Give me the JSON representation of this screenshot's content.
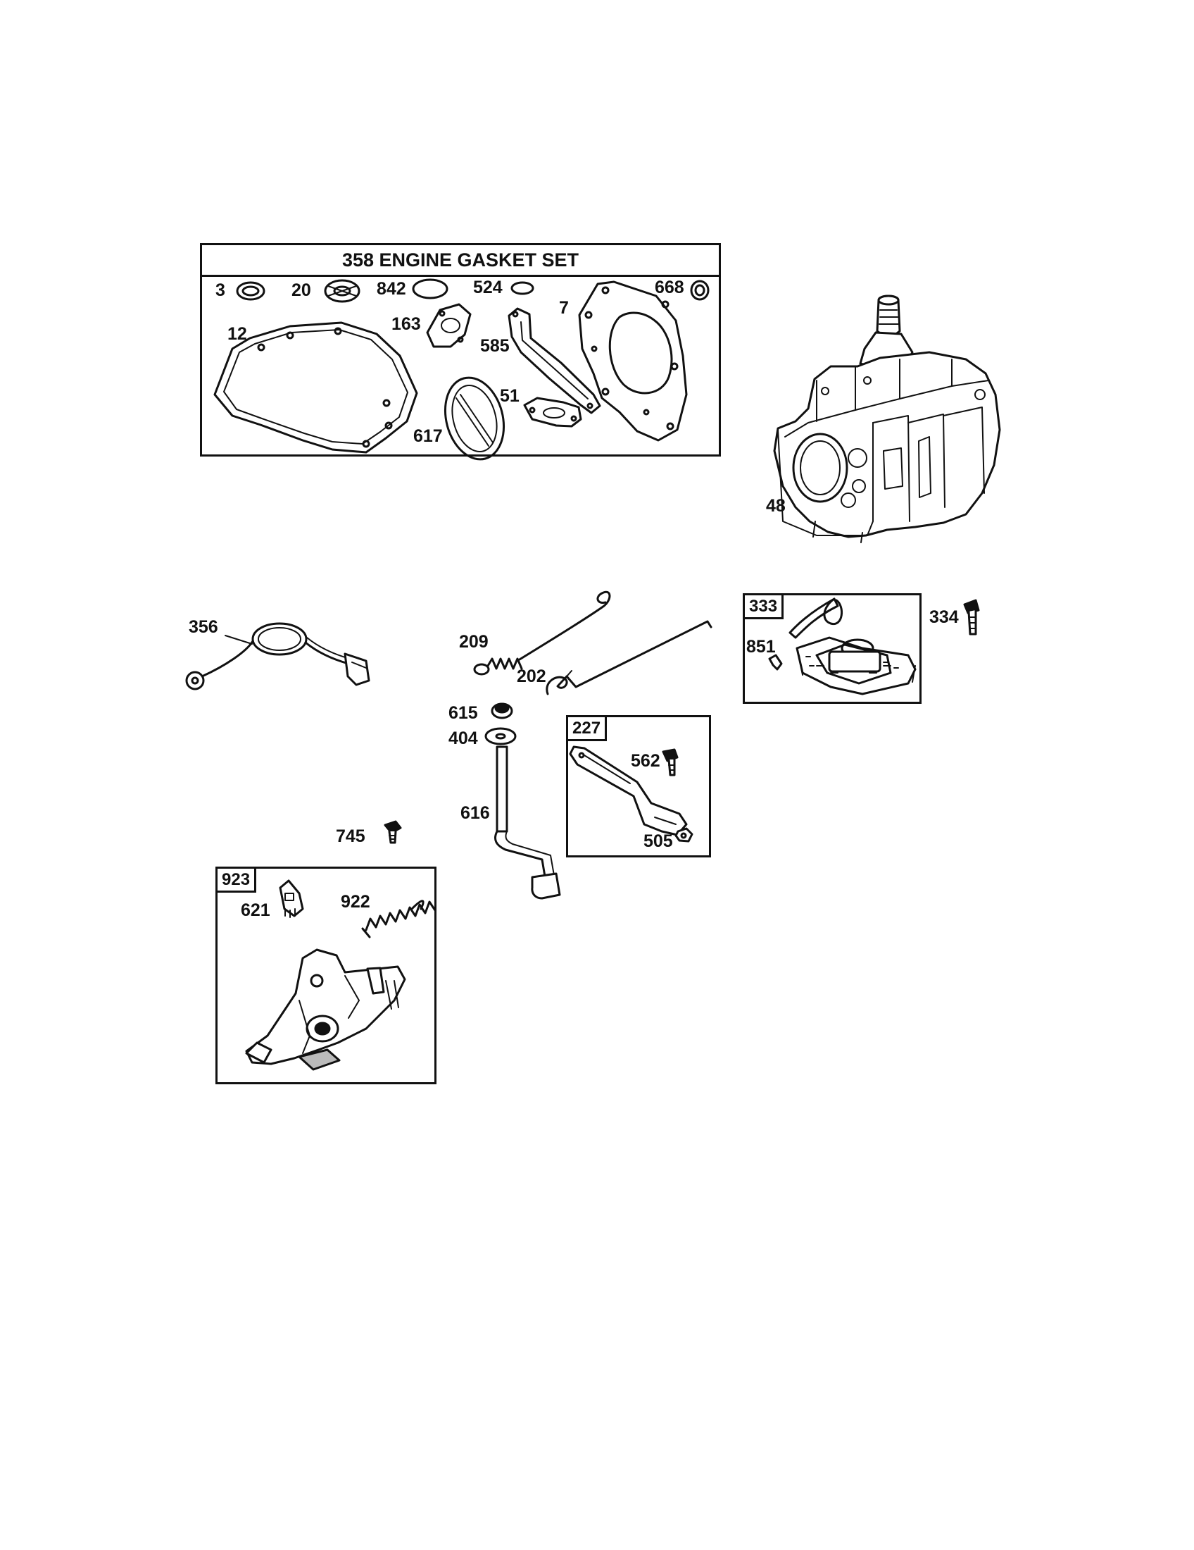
{
  "gasket_set": {
    "id": "358",
    "title": "358 ENGINE GASKET SET"
  },
  "labels": {
    "p3": "3",
    "p20": "20",
    "p842": "842",
    "p524": "524",
    "p668": "668",
    "p7": "7",
    "p12": "12",
    "p163": "163",
    "p585": "585",
    "p51": "51",
    "p617": "617",
    "p48": "48",
    "p356": "356",
    "p209": "209",
    "p202": "202",
    "p615": "615",
    "p404": "404",
    "p616": "616",
    "p745": "745",
    "p562": "562",
    "p505": "505",
    "p334": "334",
    "p851": "851",
    "p621": "621",
    "p922": "922"
  },
  "kits": {
    "k333": "333",
    "k227": "227",
    "k923": "923"
  },
  "icons": [
    "crankcase-icon",
    "gasket-icon",
    "spring-icon",
    "link-rod-icon",
    "ground-wire-icon",
    "oil-sensor-icon",
    "bolt-icon",
    "nut-icon",
    "governor-lever-icon",
    "control-bracket-icon",
    "governor-shaft-icon"
  ]
}
